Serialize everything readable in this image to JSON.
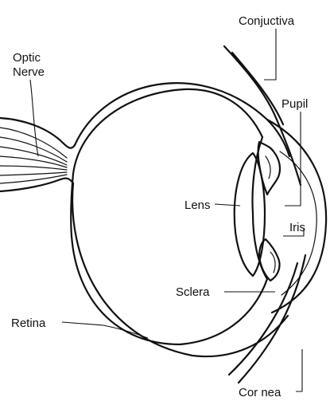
{
  "labels": {
    "conjuctiva": "Conjuctiva",
    "optic_line1": "Optic",
    "optic_line2": "Nerve",
    "pupil": "Pupil",
    "lens": "Lens",
    "iris": "Iris",
    "sclera": "Sclera",
    "retina": "Retina",
    "cornea": "Cor nea"
  },
  "colors": {
    "ink": "#111111",
    "background": "#ffffff"
  }
}
